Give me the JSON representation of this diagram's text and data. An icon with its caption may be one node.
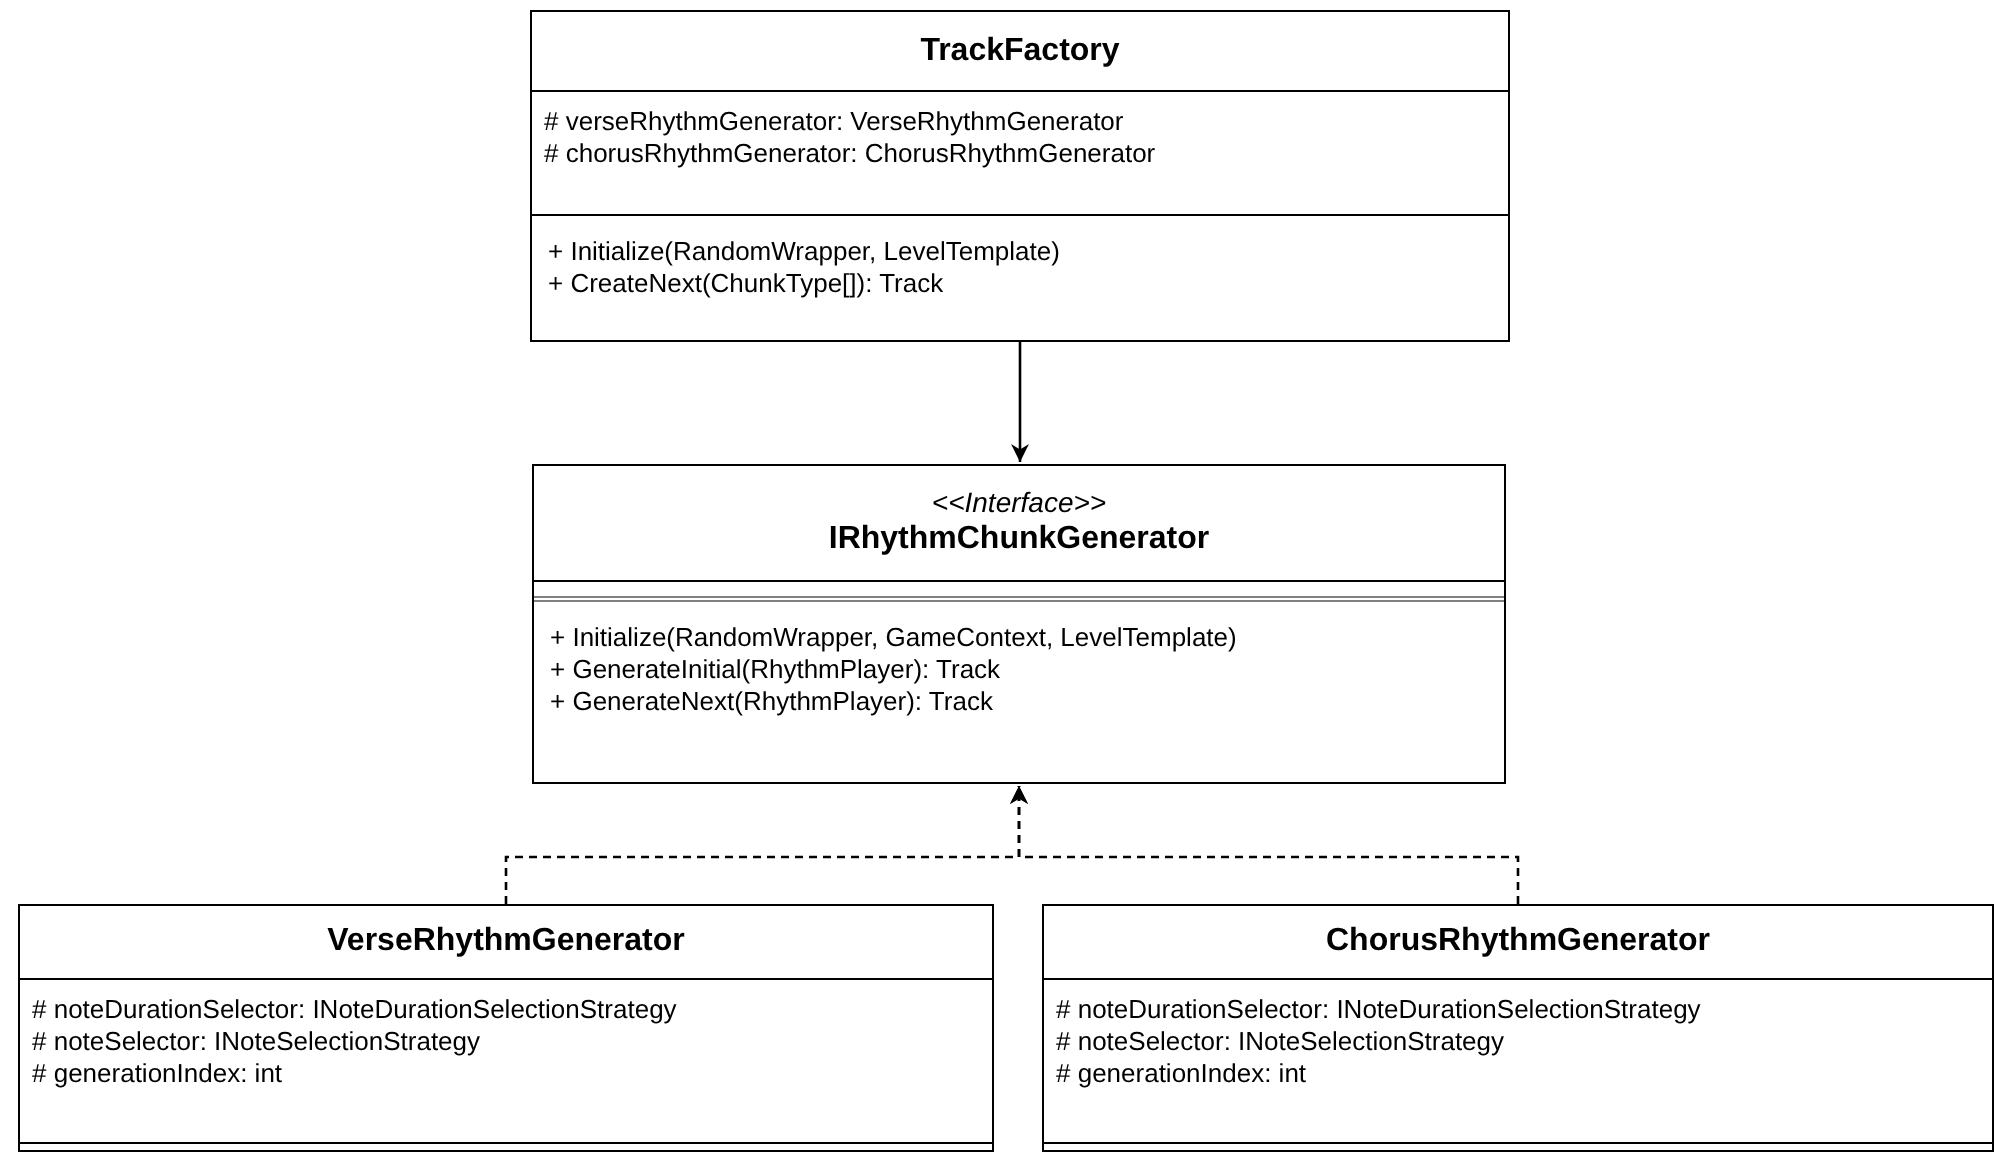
{
  "diagram": {
    "nodes": [
      {
        "text": [
          "TrackFactory",
          "# verseRhythmGenerator: VerseRhythmGenerator",
          "# chorusRhythmGenerator: ChorusRhythmGenerator",
          "+ Initialize(RandomWrapper, LevelTemplate)",
          "+ CreateNext(ChunkType[]): Track"
        ]
      },
      {
        "text": [
          "<<Interface>>",
          "IRhythmChunkGenerator",
          "+ Initialize(RandomWrapper, GameContext, LevelTemplate)",
          "+ GenerateInitial(RhythmPlayer): Track",
          "+ GenerateNext(RhythmPlayer): Track"
        ]
      },
      {
        "text": [
          "VerseRhythmGenerator",
          "# noteDurationSelector: INoteDurationSelectionStrategy",
          "# noteSelector: INoteSelectionStrategy",
          "# generationIndex: int"
        ]
      },
      {
        "text": [
          "ChorusRhythmGenerator",
          "# noteDurationSelector: INoteDurationSelectionStrategy",
          "# noteSelector: INoteSelectionStrategy",
          "# generationIndex: int"
        ]
      }
    ],
    "edges": [
      {
        "from": 0,
        "to": 1,
        "arrow": "to"
      },
      {
        "from": 2,
        "to": 1,
        "arrow": "to",
        "style": "dashed"
      },
      {
        "from": 3,
        "to": 1,
        "arrow": "to",
        "style": "dashed"
      }
    ]
  }
}
